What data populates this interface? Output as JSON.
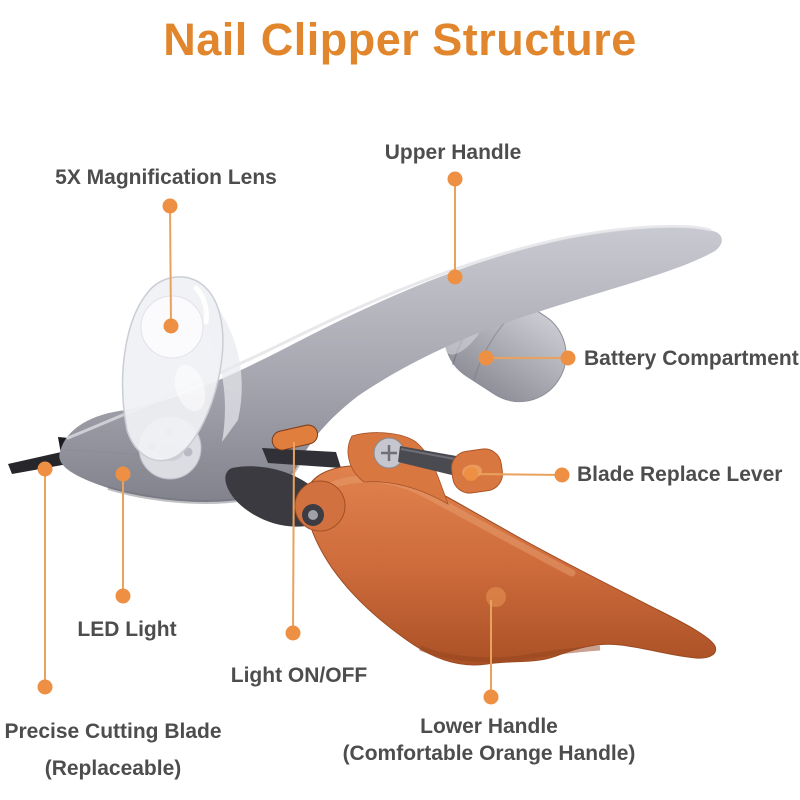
{
  "title": "Nail Clipper Structure",
  "colors": {
    "title_orange": "#E1862C",
    "callout_dot": "#EE9043",
    "callout_line": "#E9A25E",
    "label_text": "#4D4D4D",
    "body_gray": "#A6A6B0",
    "handle_orange": "#CE6C3C"
  },
  "parts": [
    {
      "id": "magnification-lens",
      "label": "5X Magnification Lens"
    },
    {
      "id": "upper-handle",
      "label": "Upper Handle"
    },
    {
      "id": "battery-compartment",
      "label": "Battery Compartment"
    },
    {
      "id": "blade-replace-lever",
      "label": "Blade Replace Lever"
    },
    {
      "id": "led-light",
      "label": "LED Light"
    },
    {
      "id": "light-on-off",
      "label": "Light ON/OFF"
    },
    {
      "id": "precise-cutting-blade",
      "label": "Precise Cutting Blade",
      "sublabel": "(Replaceable)"
    },
    {
      "id": "lower-handle",
      "label": "Lower Handle",
      "sublabel": "(Comfortable Orange Handle)"
    }
  ]
}
